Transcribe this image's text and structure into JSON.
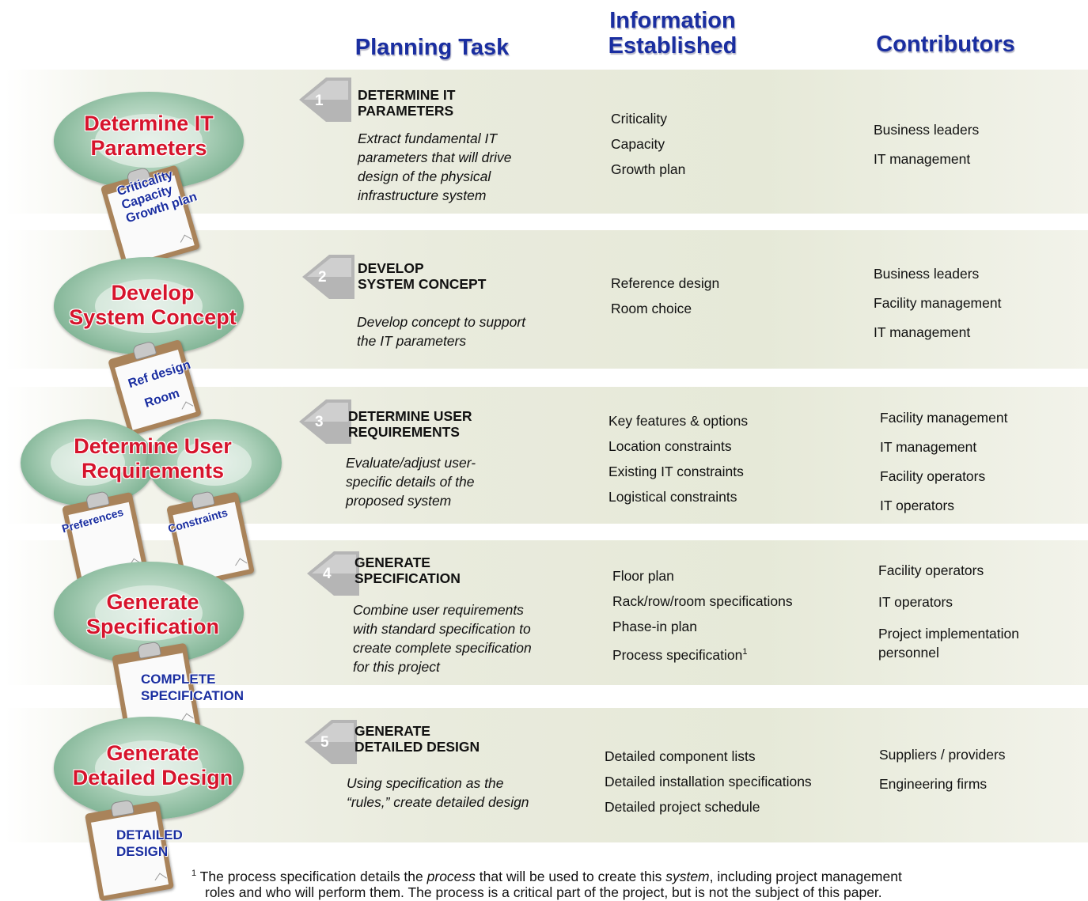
{
  "headers": {
    "planning_task": "Planning Task",
    "information": [
      "Information",
      "Established"
    ],
    "contributors": "Contributors"
  },
  "stages": [
    {
      "title": [
        "Determine IT",
        "Parameters"
      ],
      "step": "1",
      "task_head": [
        "DETERMINE IT",
        "PARAMETERS"
      ],
      "task_desc": [
        "Extract fundamental IT",
        "parameters that will drive",
        "design of the physical",
        "infrastructure system"
      ],
      "information": [
        "Criticality",
        "Capacity",
        "Growth plan"
      ],
      "contributors": [
        "Business leaders",
        "IT management"
      ],
      "clipboard": [
        "Criticality",
        "Capacity",
        "Growth plan"
      ]
    },
    {
      "title": [
        "Develop",
        "System Concept"
      ],
      "step": "2",
      "task_head": [
        "DEVELOP",
        "SYSTEM CONCEPT"
      ],
      "task_desc": [
        "Develop concept to support",
        "the IT parameters"
      ],
      "information": [
        "Reference design",
        "Room choice"
      ],
      "contributors": [
        "Business leaders",
        "Facility management",
        "IT management"
      ],
      "clipboard": [
        "Ref design",
        "Room"
      ]
    },
    {
      "title": [
        "Determine User",
        "Requirements"
      ],
      "step": "3",
      "task_head": [
        "DETERMINE USER",
        "REQUIREMENTS"
      ],
      "task_desc": [
        "Evaluate/adjust user-",
        "specific details of the",
        "proposed system"
      ],
      "information": [
        "Key features & options",
        "Location constraints",
        "Existing IT constraints",
        "Logistical constraints"
      ],
      "contributors": [
        "Facility management",
        "IT management",
        "Facility operators",
        "IT operators"
      ],
      "clipboard_left": "Preferences",
      "clipboard_right": "Constraints"
    },
    {
      "title": [
        "Generate",
        "Specification"
      ],
      "step": "4",
      "task_head": [
        "GENERATE",
        "SPECIFICATION"
      ],
      "task_desc": [
        "Combine user requirements",
        "with standard specification to",
        "create complete specification",
        "for this project"
      ],
      "information": [
        "Floor plan",
        "Rack/row/room specifications",
        "Phase-in plan",
        "Process specification"
      ],
      "information_sup": "1",
      "contributors": [
        "Facility operators",
        "IT operators",
        "Project implementation",
        "personnel"
      ],
      "clipboard": [
        "COMPLETE",
        "SPECIFICATION"
      ]
    },
    {
      "title": [
        "Generate",
        "Detailed Design"
      ],
      "step": "5",
      "task_head": [
        "GENERATE",
        "DETAILED DESIGN"
      ],
      "task_desc": [
        "Using specification as the",
        "“rules,” create detailed design"
      ],
      "information": [
        "Detailed component lists",
        "Detailed installation specifications",
        "Detailed project schedule"
      ],
      "contributors": [
        "Suppliers / providers",
        "Engineering firms"
      ],
      "clipboard": [
        "DETAILED",
        "DESIGN"
      ]
    }
  ],
  "footnote": {
    "mark": "1",
    "line1_a": " The process specification details the ",
    "line1_b": "process",
    "line1_c": " that will be used to create this ",
    "line1_d": "system",
    "line1_e": ", including project management",
    "line2": "roles and who will perform them. The process is a critical part of the project, but is not the subject of this paper."
  },
  "colors": {
    "header_blue": "#1a2ea0",
    "stage_red": "#d6142c",
    "arrow_grey": "#b5b5b5"
  }
}
